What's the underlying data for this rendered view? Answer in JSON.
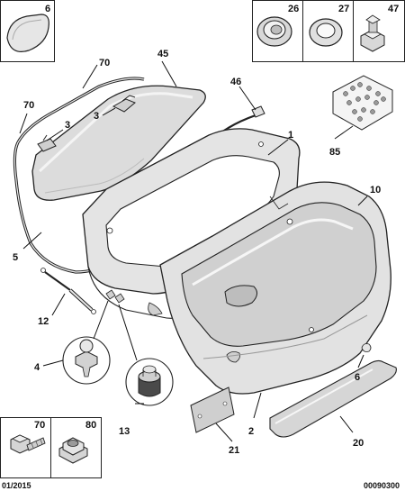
{
  "callouts": {
    "c6_top": "6",
    "c26": "26",
    "c27": "27",
    "c47": "47",
    "c70_a": "70",
    "c45": "45",
    "c70_b": "70",
    "c3_a": "3",
    "c3_b": "3",
    "c46": "46",
    "c1": "1",
    "c85": "85",
    "c10": "10",
    "c5": "5",
    "c12": "12",
    "c4": "4",
    "c6_side": "6",
    "c13": "13",
    "c2": "2",
    "c21": "21",
    "c20": "20",
    "c70_box": "70",
    "c80_box": "80"
  },
  "footer": {
    "date": "01/2015",
    "ref": "00090300"
  },
  "colors": {
    "part_fill": "#e6e6e6",
    "part_shade": "#c8c8c8",
    "glass_fill": "#dcdcdc",
    "outline": "#222222"
  }
}
